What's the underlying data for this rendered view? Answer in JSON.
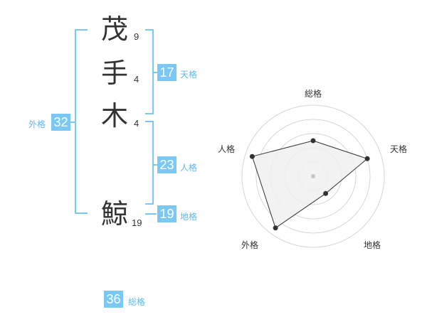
{
  "name": {
    "chars": [
      {
        "char": "茂",
        "strokes": "9"
      },
      {
        "char": "手",
        "strokes": "4"
      },
      {
        "char": "木",
        "strokes": "4"
      },
      {
        "char": "鯨",
        "strokes": "19"
      }
    ]
  },
  "kakusu": {
    "tenkaku": {
      "value": "17",
      "label": "天格"
    },
    "jinkaku": {
      "value": "23",
      "label": "人格"
    },
    "chikaku": {
      "value": "19",
      "label": "地格"
    },
    "gaikaku": {
      "value": "32",
      "label": "外格"
    },
    "soukaku": {
      "value": "36",
      "label": "総格"
    }
  },
  "colors": {
    "accent": "#7cc8f5",
    "accent_text": "#5eb8ee",
    "text": "#333333",
    "radar_fill": "#f0f0f0"
  },
  "chart_data": {
    "type": "radar",
    "axes": [
      "総格",
      "天格",
      "地格",
      "外格",
      "人格"
    ],
    "values": [
      0.5,
      0.8,
      0.3,
      0.9,
      0.9
    ],
    "range": [
      0,
      1
    ],
    "rings": 5
  }
}
